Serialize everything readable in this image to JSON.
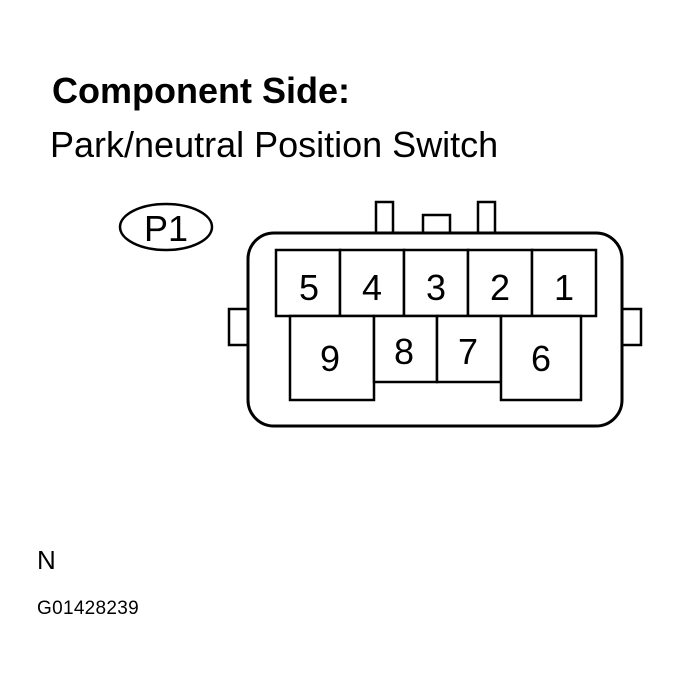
{
  "heading": {
    "title": "Component Side:",
    "subtitle": "Park/neutral Position Switch"
  },
  "connector": {
    "code": "P1",
    "top_row_pins": [
      "5",
      "4",
      "3",
      "2",
      "1"
    ],
    "bottom_row_pins": [
      "9",
      "8",
      "7",
      "6"
    ]
  },
  "footer": {
    "letter": "N",
    "figure_id": "G01428239"
  }
}
